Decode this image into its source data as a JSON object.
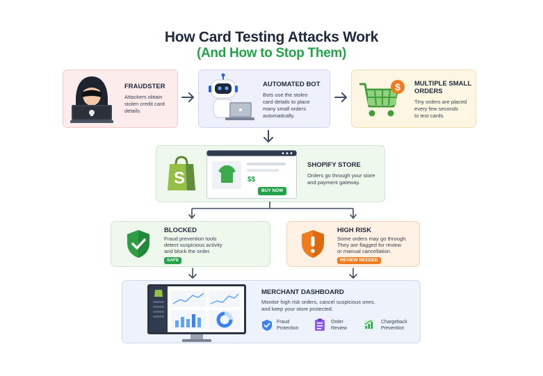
{
  "title": {
    "line1": "How Card Testing Attacks Work",
    "line2": "(And How to Stop Them)"
  },
  "fraudster": {
    "heading": "FRAUDSTER",
    "text": [
      "Attackers obtain",
      "stolen credit card",
      "details."
    ]
  },
  "bot": {
    "heading": "AUTOMATED BOT",
    "text": [
      "Bots use the stolen",
      "card details to place",
      "many small orders",
      "automatically."
    ]
  },
  "multiple": {
    "heading": [
      "MULTIPLE SMALL",
      "ORDERS"
    ],
    "text": [
      "Tiny orders are placed",
      "every few seconds",
      "to test cards."
    ]
  },
  "store": {
    "heading": "SHOPIFY STORE",
    "text": [
      "Orders go through your store",
      "and payment gateway."
    ],
    "price": "$$",
    "buy_label": "BUY NOW"
  },
  "blocked": {
    "heading": "BLOCKED",
    "text": [
      "Fraud prevention tools",
      "detect suspicious activity",
      "and block the order."
    ],
    "badge": "SAFE"
  },
  "high_risk": {
    "heading": "HIGH RISK",
    "text": [
      "Some orders may go through.",
      "They are flagged for review",
      "or manual cancellation."
    ],
    "badge": "REVIEW NEEDED"
  },
  "dashboard": {
    "heading": "MERCHANT DASHBOARD",
    "text": [
      "Monitor high risk orders, cancel suspicious ones,",
      "and keep your store protected."
    ],
    "features": [
      {
        "icon": "shield-check-icon",
        "label": [
          "Fraud",
          "Protection"
        ]
      },
      {
        "icon": "clipboard-list-icon",
        "label": [
          "Order",
          "Review"
        ]
      },
      {
        "icon": "chart-icon",
        "label": [
          "Chargeback",
          "Prevention"
        ]
      }
    ]
  },
  "colors": {
    "green": "#22a34a",
    "orange": "#f07c1e",
    "navy": "#1e293b",
    "arrow": "#3d4b63"
  }
}
